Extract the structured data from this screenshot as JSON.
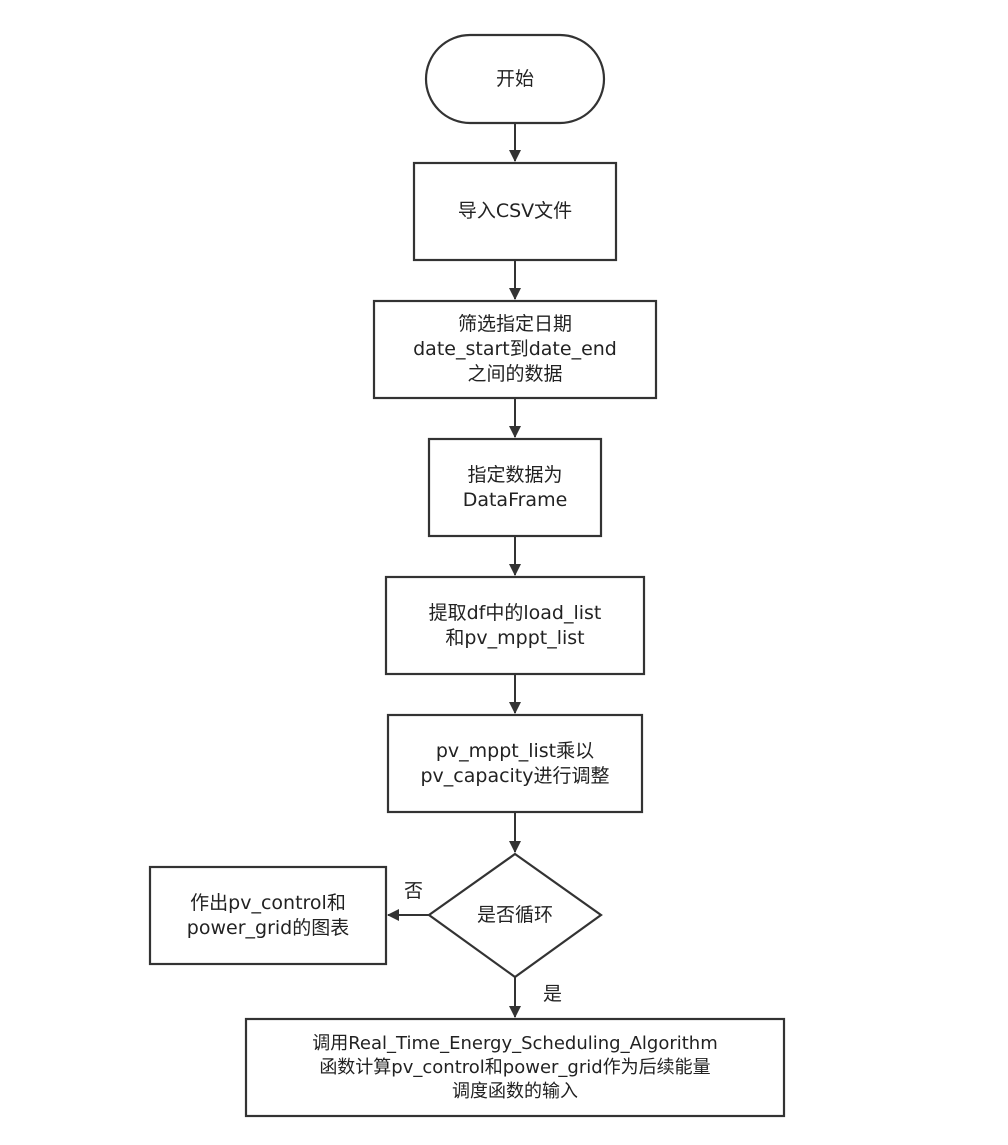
{
  "nodes": {
    "start": "开始",
    "import_csv": "导入CSV文件",
    "filter_dates": "筛选指定日期\ndate_start到date_end\n之间的数据",
    "dataframe": "指定数据为\nDataFrame",
    "extract_lists": "提取df中的load_list\n和pv_mppt_list",
    "multiply_capacity": "pv_mppt_list乘以\npv_capacity进行调整",
    "loop_decision": "是否循环",
    "plot_charts": "作出pv_control和\npower_grid的图表",
    "call_algorithm": "调用Real_Time_Energy_Scheduling_Algorithm\n函数计算pv_control和power_grid作为后续能量\n调度函数的输入"
  },
  "edges": {
    "no_label": "否",
    "yes_label": "是"
  },
  "colors": {
    "stroke": "#333333",
    "fill": "#ffffff",
    "text": "#222222"
  }
}
